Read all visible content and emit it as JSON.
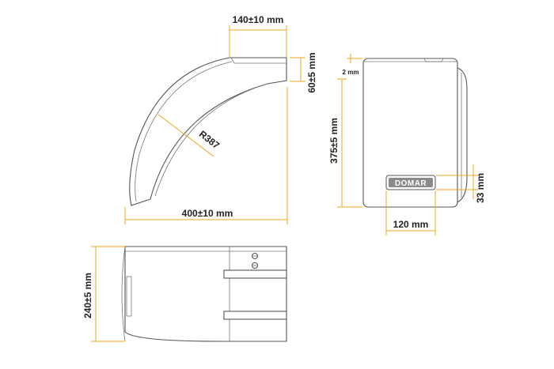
{
  "dimensions": {
    "top_width": "140±10 mm",
    "end_height": "60±5 mm",
    "radius": "R387",
    "arc_length": "400±10 mm",
    "gap": "2 mm",
    "height": "375±5 mm",
    "logo_height": "33 mm",
    "logo_width": "120 mm",
    "width": "240±5 mm"
  },
  "brand": "DOMAR",
  "colors": {
    "dimension_line": "#f0a71d",
    "outline": "#555555",
    "text": "#222222"
  }
}
